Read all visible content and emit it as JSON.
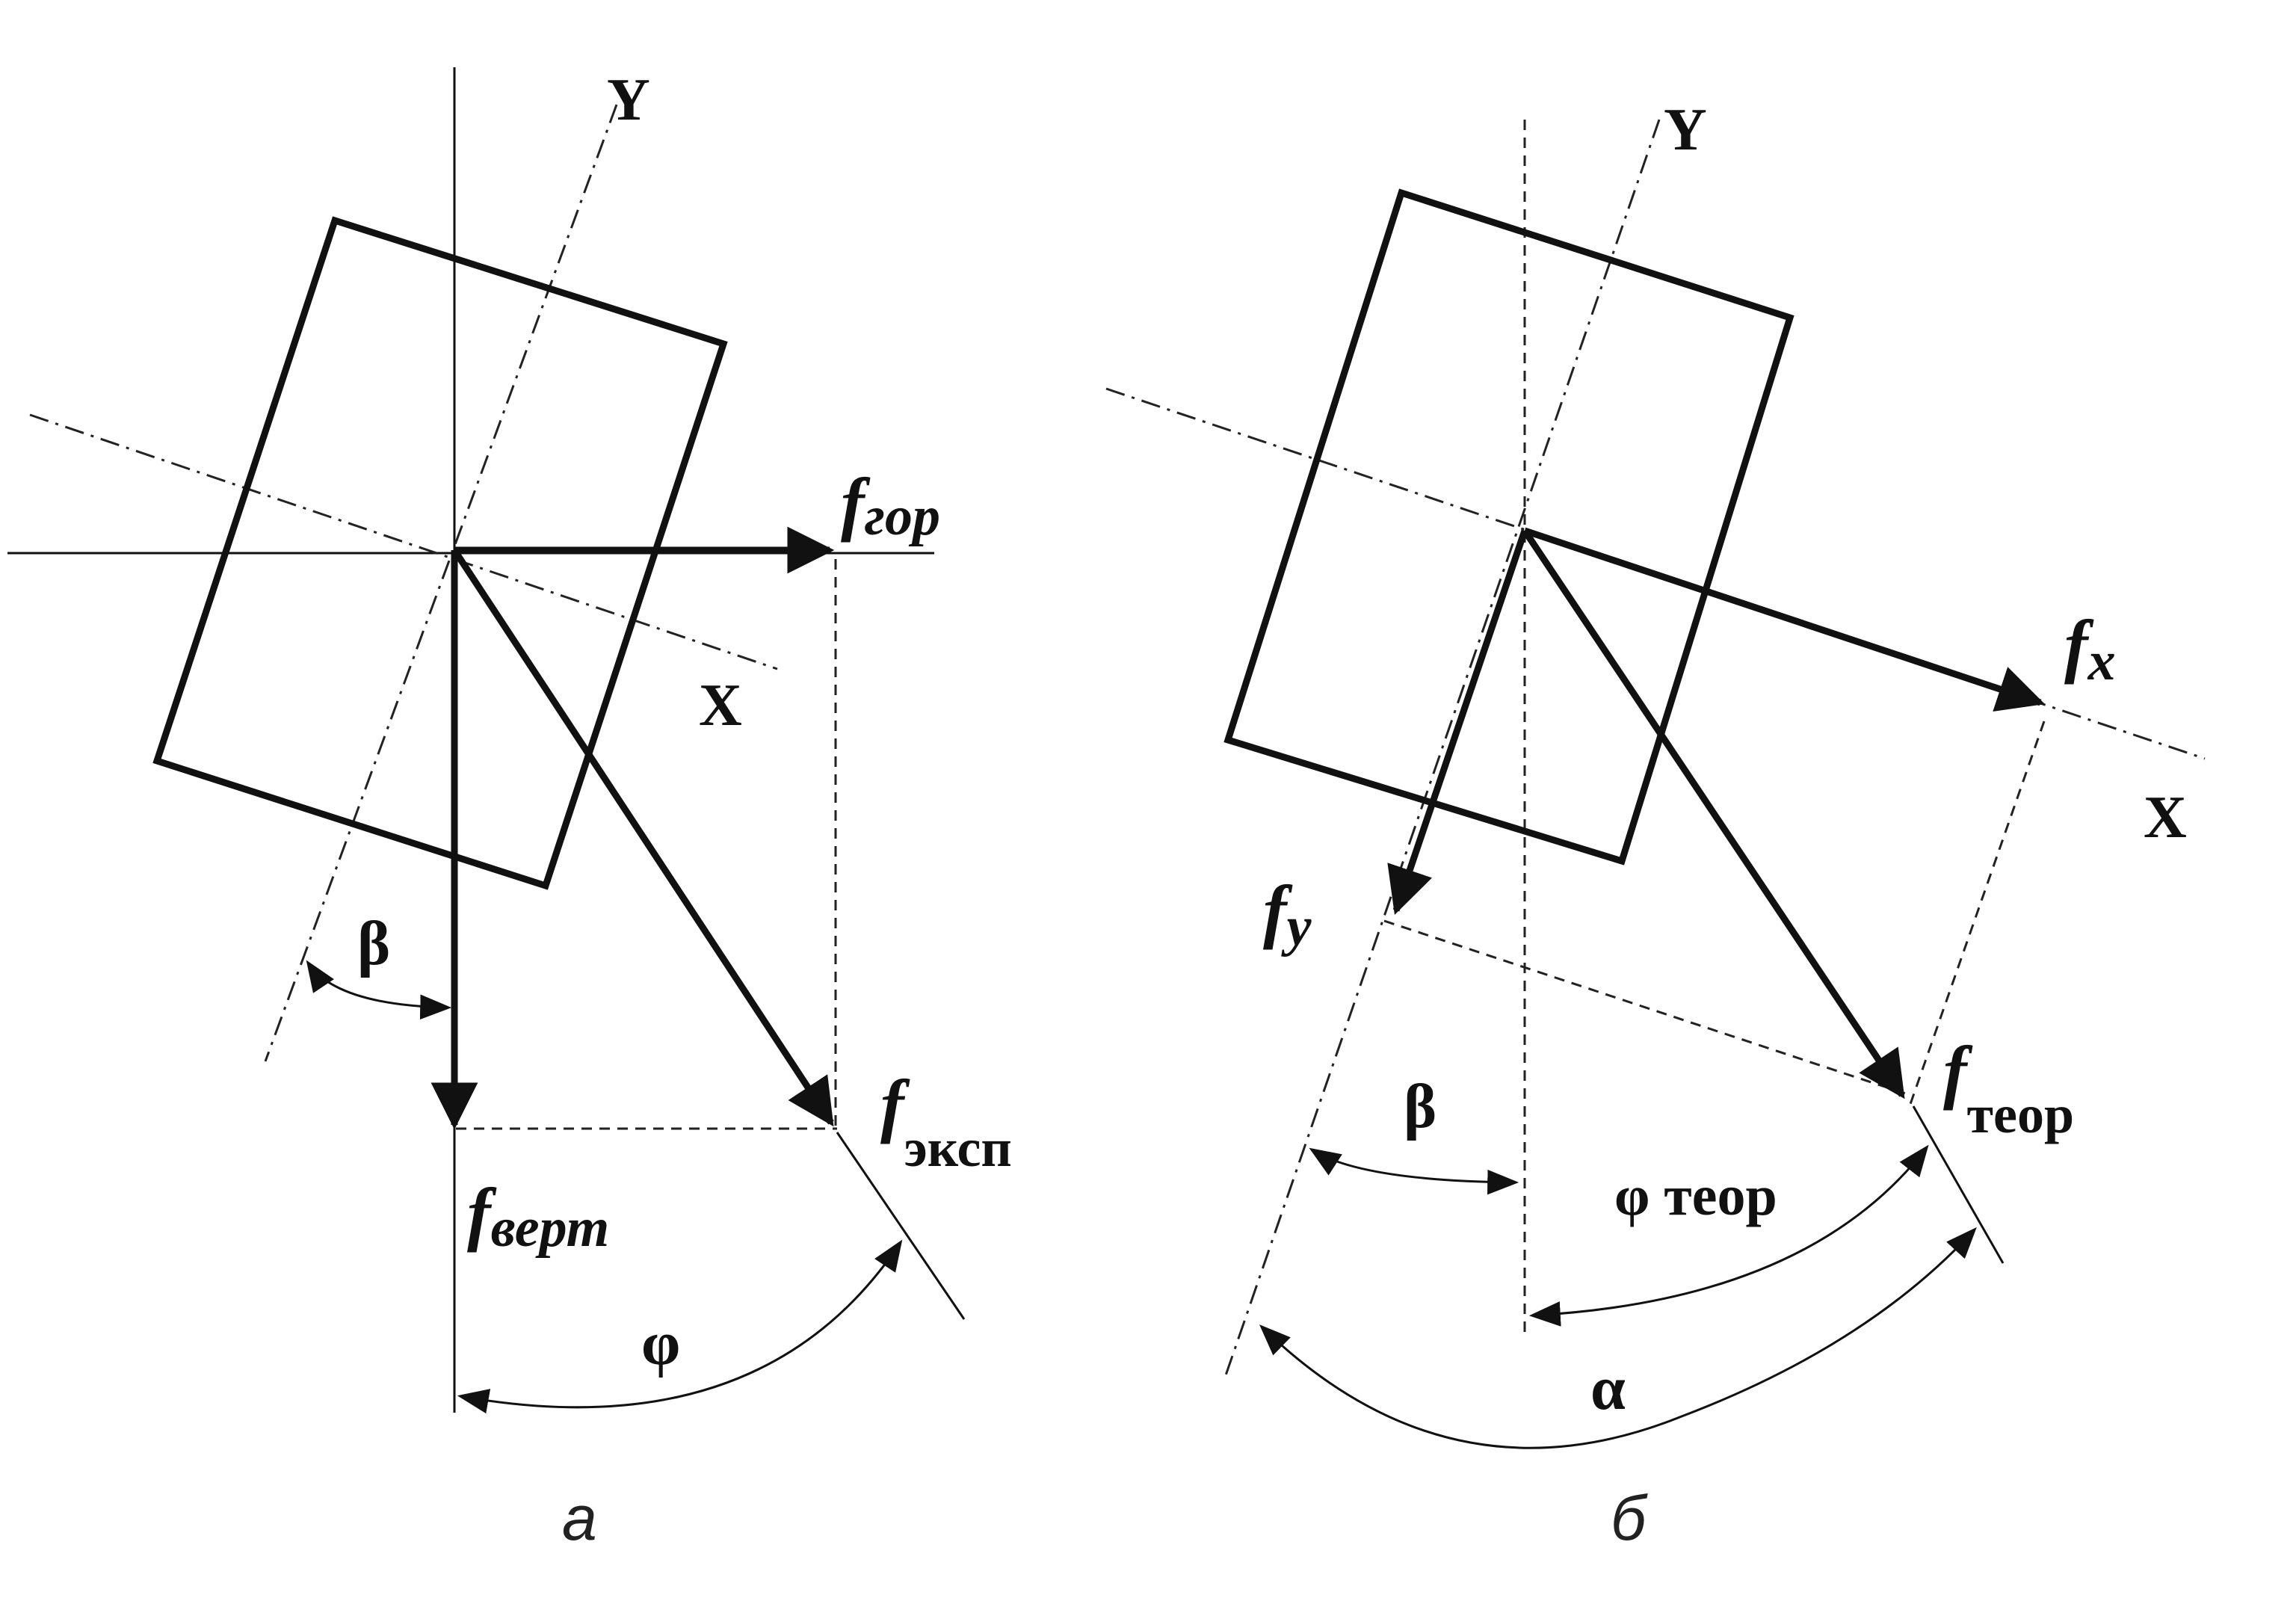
{
  "panel_a": {
    "axis_y": "Y",
    "axis_x": "X",
    "f_symbol": "f",
    "f_hor_sub": "гор",
    "f_vert_sub": "верт",
    "f_exp_sub": "эксп",
    "beta": "β",
    "phi": "φ",
    "caption": "а"
  },
  "panel_b": {
    "axis_y": "Y",
    "axis_x": "X",
    "f_symbol": "f",
    "fx_sub": "x",
    "fy_sub": "y",
    "f_theor_sub": "теор",
    "beta": "β",
    "phi_theor": "φ теор",
    "alpha": "α",
    "caption": "б"
  }
}
